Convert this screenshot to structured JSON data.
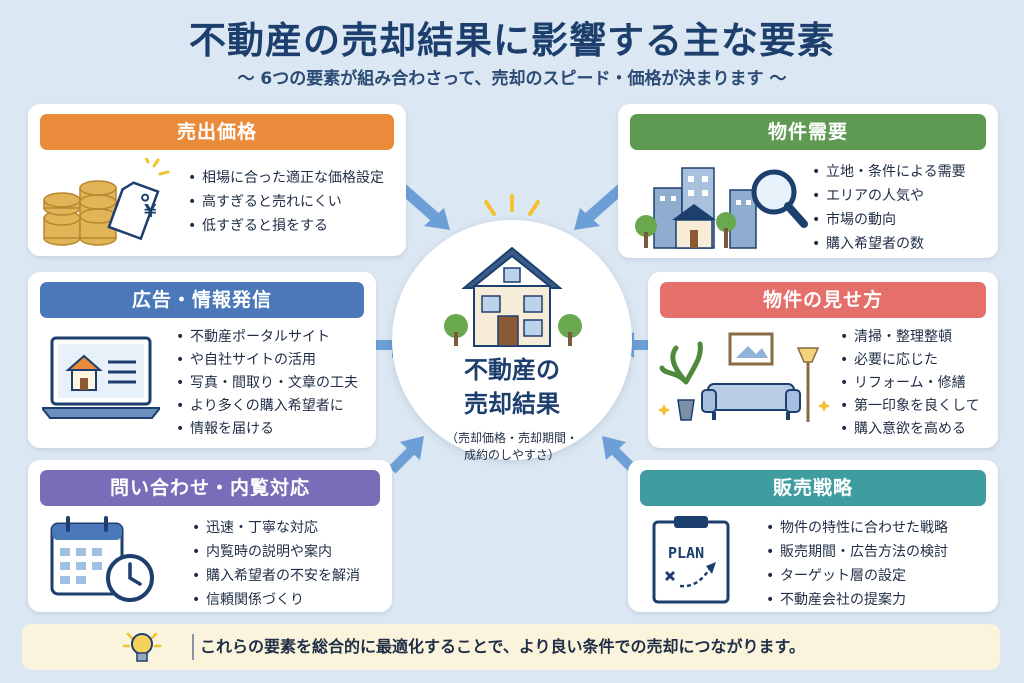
{
  "title": "不動産の売却結果に影響する主な要素",
  "subtitle": "～ 6つの要素が組み合わさって、売却のスピード・価格が決まります ～",
  "center": {
    "title_line1": "不動産の",
    "title_line2": "売却結果",
    "note_line1": "（売却価格・売却期間・",
    "note_line2": "成約のしやすさ）"
  },
  "cards": {
    "price": {
      "heading": "売出価格",
      "color": "#ea8a3b",
      "icon": "coins-price-tag-icon",
      "tag_glyph": "¥",
      "items": [
        "相場に合った適正な価格設定",
        "高すぎると売れにくい",
        "低すぎると損をする"
      ]
    },
    "ads": {
      "heading": "広告・情報発信",
      "color": "#4a78b8",
      "icon": "laptop-listing-icon",
      "items": [
        "不動産ポータルサイト",
        "や自社サイトの活用",
        "写真・間取り・文章の工夫",
        "より多くの購入希望者に",
        "情報を届ける"
      ]
    },
    "inquiry": {
      "heading": "問い合わせ・内覧対応",
      "color": "#7a6cb8",
      "icon": "calendar-clock-icon",
      "items": [
        "迅速・丁寧な対応",
        "内覧時の説明や案内",
        "購入希望者の不安を解消",
        "信頼関係づくり"
      ]
    },
    "demand": {
      "heading": "物件需要",
      "color": "#5e9a52",
      "icon": "city-magnifier-icon",
      "items": [
        "立地・条件による需要",
        "エリアの人気や",
        "市場の動向",
        "購入希望者の数"
      ]
    },
    "presentation": {
      "heading": "物件の見せ方",
      "color": "#e56f6a",
      "icon": "living-room-icon",
      "items": [
        "清掃・整理整頓",
        "必要に応じた",
        "リフォーム・修繕",
        "第一印象を良くして",
        "購入意欲を高める"
      ]
    },
    "strategy": {
      "heading": "販売戦略",
      "color": "#3f9da0",
      "icon": "plan-clipboard-icon",
      "plan_label": "PLAN",
      "items": [
        "物件の特性に合わせた戦略",
        "販売期間・広告方法の検討",
        "ターゲット層の設定",
        "不動産会社の提案力"
      ]
    }
  },
  "footer": {
    "icon": "lightbulb-icon",
    "text": "これらの要素を総合的に最適化することで、より良い条件での売却につながります。"
  }
}
